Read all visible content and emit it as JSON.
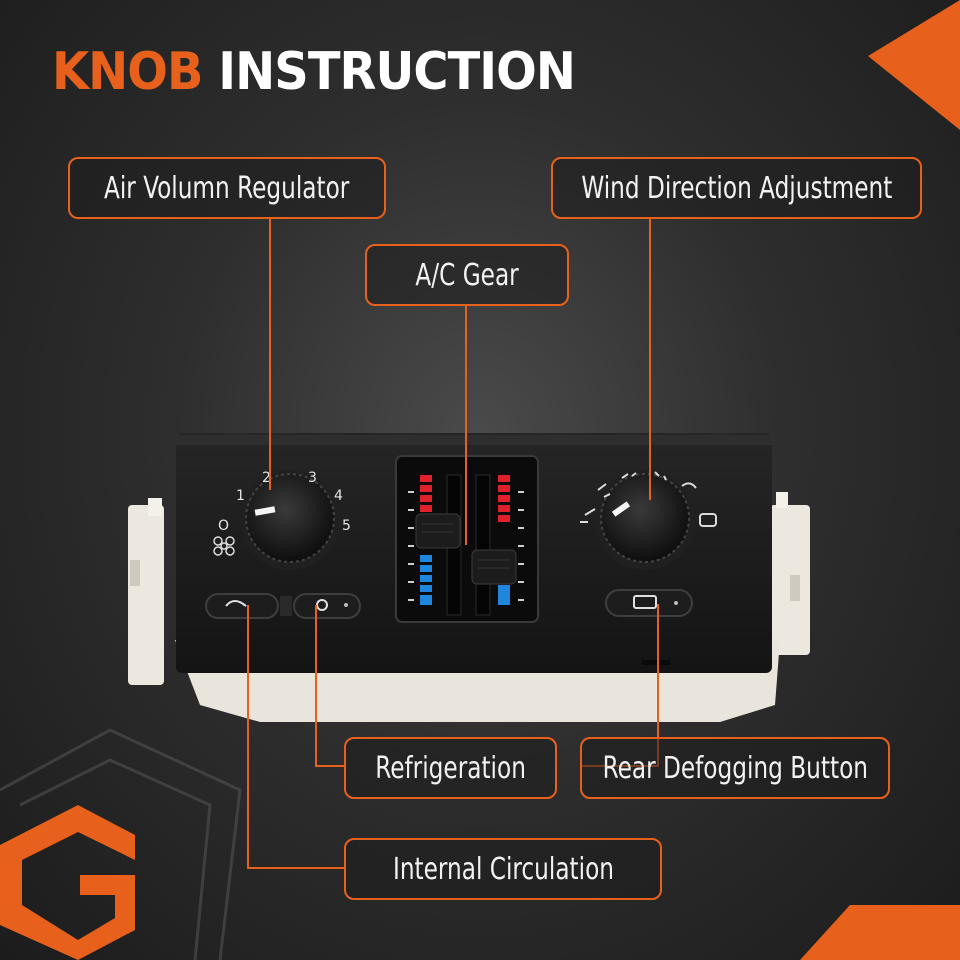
{
  "title": {
    "word1": "KNOB",
    "word2": "INSTRUCTION"
  },
  "labels": {
    "air_volume": "Air Volumn Regulator",
    "wind_direction": "Wind Direction Adjustment",
    "ac_gear": "A/C Gear",
    "refrigeration": "Refrigeration",
    "rear_defogging": "Rear Defogging Button",
    "internal_circulation": "Internal Circulation"
  },
  "fan_knob": {
    "scale": [
      "O",
      "1",
      "2",
      "3",
      "4",
      "5"
    ]
  },
  "colors": {
    "accent": "#e8611c",
    "hot": "#e0202a",
    "cold": "#1f86e0",
    "panel": "#1a1a1a"
  }
}
